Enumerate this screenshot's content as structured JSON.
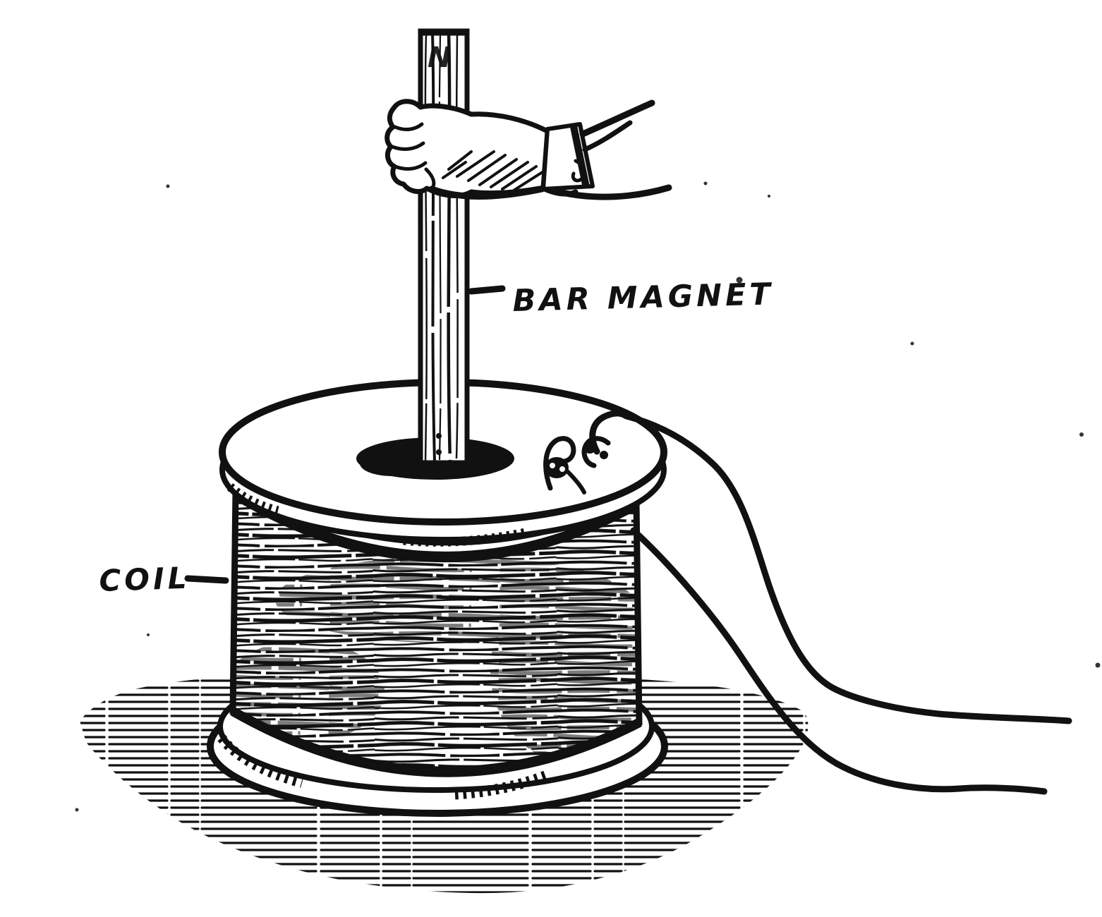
{
  "page": {
    "background": "#ffffff",
    "ink": "#111111"
  },
  "figure": {
    "labels": {
      "coil": "COIL",
      "bar_magnet": "BAR MAGNET",
      "pole_mark": "N"
    }
  }
}
